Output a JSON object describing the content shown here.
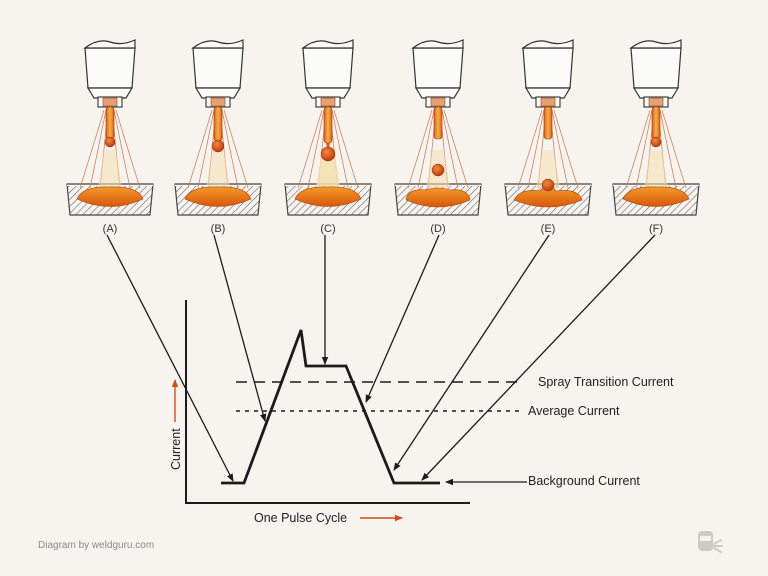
{
  "panels": [
    {
      "label": "(A)",
      "drop": "tip"
    },
    {
      "label": "(B)",
      "drop": "growing"
    },
    {
      "label": "(C)",
      "drop": "detaching"
    },
    {
      "label": "(D)",
      "drop": "falling"
    },
    {
      "label": "(E)",
      "drop": "landing"
    },
    {
      "label": "(F)",
      "drop": "tip"
    }
  ],
  "levels": {
    "spray": "Spray Transition Current",
    "average": "Average Current",
    "background": "Background Current"
  },
  "axes": {
    "y": "Current",
    "x": "One Pulse Cycle"
  },
  "credit": "Diagram by weldguru.com",
  "colors": {
    "accent": "#d9480f",
    "line": "#1b1b1b",
    "pool": "#e8730c",
    "wire": "#f08a24",
    "arc": "#cf7550"
  }
}
